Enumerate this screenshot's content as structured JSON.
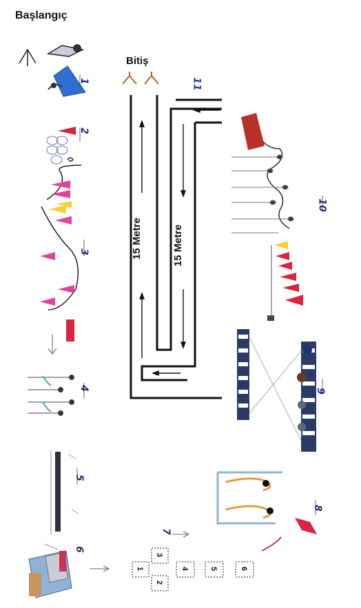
{
  "titles": {
    "start": "Başlangıç",
    "finish": "Bitiş"
  },
  "track": {
    "left_label": "15 Metre",
    "right_label": "15 Metre"
  },
  "stations": [
    "1",
    "2",
    "3",
    "4",
    "5",
    "6",
    "7",
    "8",
    "9",
    "10",
    "11"
  ],
  "grid_numbers": [
    "1",
    "2",
    "3",
    "4",
    "5",
    "6"
  ],
  "colors": {
    "cone_red": "#d8243c",
    "cone_pink": "#e0449a",
    "cone_yellow": "#f2d23a",
    "mat_blue": "#2f6fd1",
    "bench_red": "#b8322a",
    "station_text": "#2a2f6a",
    "station_11": "#1b3fa8",
    "hurdle_orange": "#e59a45"
  }
}
